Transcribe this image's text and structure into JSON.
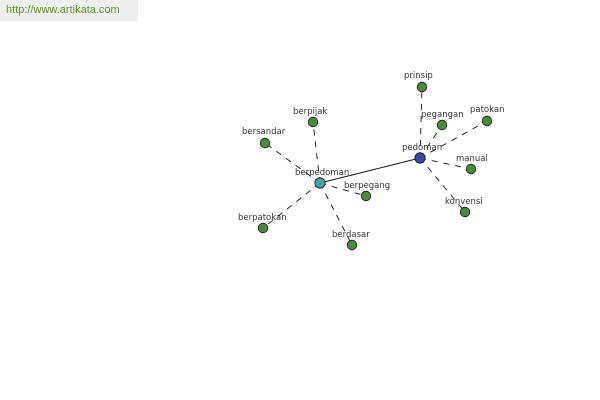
{
  "header": {
    "url": "http://www.artikata.com"
  },
  "colors": {
    "leaf_node": "#4a8a3c",
    "center_primary": "#3a4aa0",
    "center_secondary": "#4aa0a8",
    "edge": "#111111"
  },
  "graph": {
    "nodes": [
      {
        "id": "pedoman",
        "label": "pedoman",
        "kind": "center_primary"
      },
      {
        "id": "berpedoman",
        "label": "berpedoman",
        "kind": "center_secondary"
      },
      {
        "id": "prinsip",
        "label": "prinsip",
        "kind": "leaf"
      },
      {
        "id": "pegangan",
        "label": "pegangan",
        "kind": "leaf"
      },
      {
        "id": "patokan",
        "label": "patokan",
        "kind": "leaf"
      },
      {
        "id": "manual",
        "label": "manual",
        "kind": "leaf"
      },
      {
        "id": "konvensi",
        "label": "konvensi",
        "kind": "leaf"
      },
      {
        "id": "berpijak",
        "label": "berpijak",
        "kind": "leaf"
      },
      {
        "id": "bersandar",
        "label": "bersandar",
        "kind": "leaf"
      },
      {
        "id": "berpegang",
        "label": "berpegang",
        "kind": "leaf"
      },
      {
        "id": "berpatokan",
        "label": "berpatokan",
        "kind": "leaf"
      },
      {
        "id": "berdasar",
        "label": "berdasar",
        "kind": "leaf"
      }
    ],
    "edges": [
      {
        "from": "pedoman",
        "to": "berpedoman",
        "style": "solid"
      },
      {
        "from": "pedoman",
        "to": "prinsip",
        "style": "dashed"
      },
      {
        "from": "pedoman",
        "to": "pegangan",
        "style": "dashed"
      },
      {
        "from": "pedoman",
        "to": "patokan",
        "style": "dashed"
      },
      {
        "from": "pedoman",
        "to": "manual",
        "style": "dashed"
      },
      {
        "from": "pedoman",
        "to": "konvensi",
        "style": "dashed"
      },
      {
        "from": "berpedoman",
        "to": "berpijak",
        "style": "dashed"
      },
      {
        "from": "berpedoman",
        "to": "bersandar",
        "style": "dashed"
      },
      {
        "from": "berpedoman",
        "to": "berpegang",
        "style": "dashed"
      },
      {
        "from": "berpedoman",
        "to": "berpatokan",
        "style": "dashed"
      },
      {
        "from": "berpedoman",
        "to": "berdasar",
        "style": "dashed"
      }
    ]
  }
}
